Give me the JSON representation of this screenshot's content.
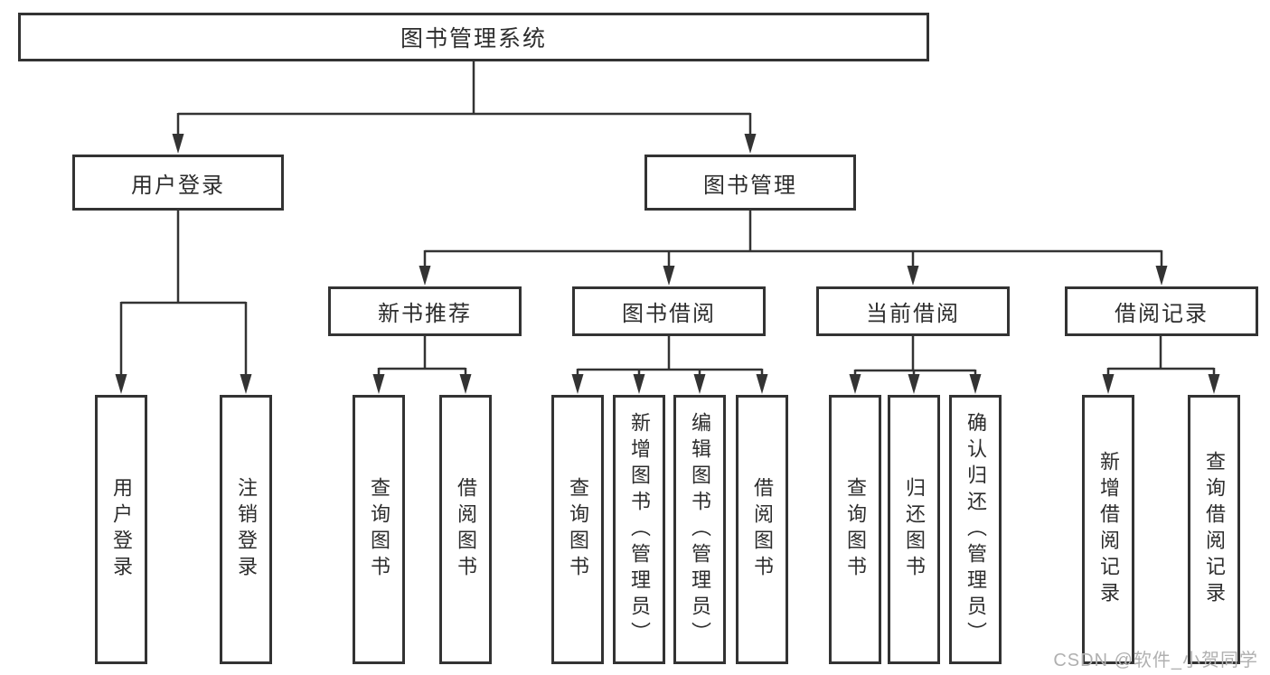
{
  "tree": {
    "label": "图书管理系统",
    "children": [
      {
        "label": "用户登录",
        "children": [
          {
            "label": "用户登录"
          },
          {
            "label": "注销登录"
          }
        ]
      },
      {
        "label": "图书管理",
        "children": [
          {
            "label": "新书推荐",
            "children": [
              {
                "label": "查询图书"
              },
              {
                "label": "借阅图书"
              }
            ]
          },
          {
            "label": "图书借阅",
            "children": [
              {
                "label": "查询图书"
              },
              {
                "label": "新增图书（管理员）"
              },
              {
                "label": "编辑图书（管理员）"
              },
              {
                "label": "借阅图书"
              }
            ]
          },
          {
            "label": "当前借阅",
            "children": [
              {
                "label": "查询图书"
              },
              {
                "label": "归还图书"
              },
              {
                "label": "确认归还（管理员）"
              }
            ]
          },
          {
            "label": "借阅记录",
            "children": [
              {
                "label": "新增借阅记录"
              },
              {
                "label": "查询借阅记录"
              }
            ]
          }
        ]
      }
    ]
  },
  "watermark": {
    "text": "CSDN @软件_小贺同学"
  },
  "colors": {
    "line": "#333333",
    "box_border": "#333333",
    "text": "#2d2d2d",
    "watermark": "#b0b0b0",
    "background": "#ffffff"
  }
}
